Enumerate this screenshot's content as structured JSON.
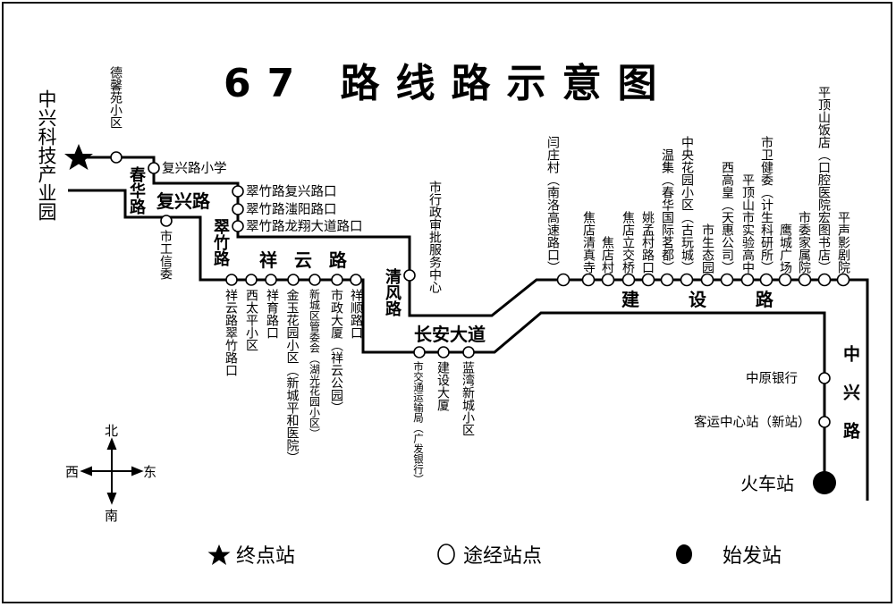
{
  "title": "67 路线路示意图",
  "title_parts": {
    "number": "67",
    "text": "路线路示意图"
  },
  "terminal_start_area": "中兴科技产业园",
  "origin_station": "火车站",
  "roads": {
    "chunhua": "春华路",
    "fuxing": "复兴路",
    "cuizhu": "翠竹路",
    "xiangyun": "祥 云 路",
    "qingfeng": "清风路",
    "changan": "长安大道",
    "jianshe": "建 设 路",
    "zhongxing": "中兴路"
  },
  "stops": {
    "dexin": "德馨苑小区",
    "fuxing_school": "复兴路小学",
    "gongxinwei": "市工信委",
    "cz_fuxing": "翠竹路复兴路口",
    "cz_yuyang": "翠竹路滍阳路口",
    "cz_longxiang": "翠竹路龙翔大道路口",
    "xiangyun_stops": [
      "祥云路翠竹路口",
      "西太平小区",
      "祥育路口",
      "金玉花园小区（新城平和医院）",
      "新城区管委会（湖光花园小区）",
      "市政大厦（祥云公园）",
      "祥顺路口"
    ],
    "xingzheng": "市行政审批服务中心",
    "changan_stops": [
      "市交通运输局（广发银行）",
      "建设大厦",
      "蓝湾新城小区"
    ],
    "jianshe_stops": [
      "闫庄村（南洛高速路口）",
      "焦店清真寺",
      "焦店村",
      "焦店立交桥",
      "姚孟村路口",
      "温集（春华国际茗都）",
      "中央花园小区（古玩城）",
      "市生态园",
      "西高皇（天惠公司）",
      "平顶山市实验高中",
      "市卫健委（计生科研所）",
      "鹰城广场",
      "市委家属院",
      "平顶山饭店（口腔医院宏图书店）",
      "平声影剧院"
    ],
    "zhongyuan_bank": "中原银行",
    "keyun": "客运中心站（新站）"
  },
  "compass": {
    "north": "北",
    "south": "南",
    "west": "西",
    "east": "东"
  },
  "legend": [
    {
      "icon": "star-icon",
      "label": "终点站"
    },
    {
      "icon": "hollow-circle-icon",
      "label": "途经站点"
    },
    {
      "icon": "filled-circle-icon",
      "label": "始发站"
    }
  ],
  "colors": {
    "line": "#000000",
    "background": "#ffffff"
  }
}
